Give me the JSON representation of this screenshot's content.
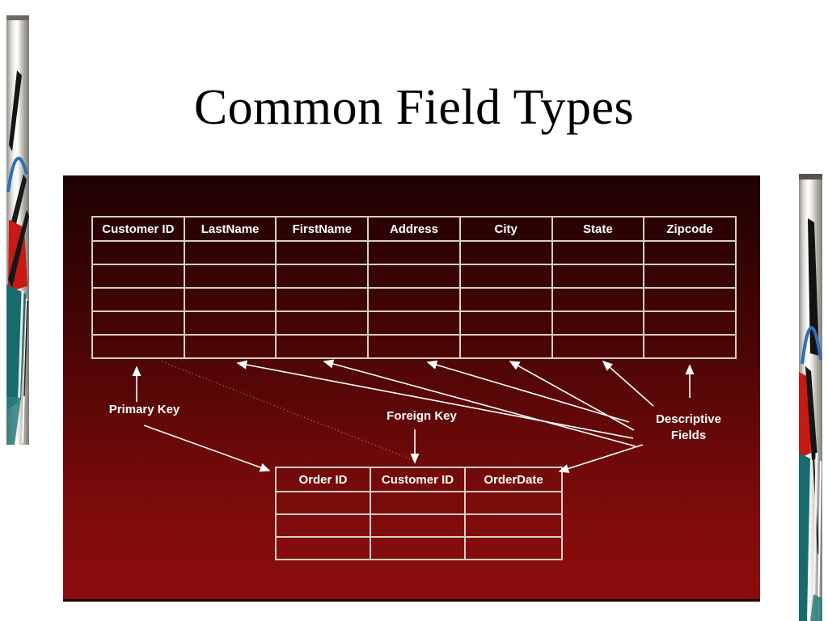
{
  "slide": {
    "title": "Common Field Types",
    "background_color": "#ffffff",
    "title_color": "#000000"
  },
  "panel": {
    "gradient_top_color": "#1f0202",
    "gradient_bottom_color": "#8b0d0d"
  },
  "tables": {
    "customers": {
      "columns": [
        "Customer ID",
        "LastName",
        "FirstName",
        "Address",
        "City",
        "State",
        "Zipcode"
      ],
      "empty_rows": 5
    },
    "orders": {
      "columns": [
        "Order ID",
        "Customer ID",
        "OrderDate"
      ],
      "empty_rows": 3
    }
  },
  "annotations": {
    "primary_key_label": "Primary Key",
    "foreign_key_label": "Foreign Key",
    "descriptive_fields_line1": "Descriptive",
    "descriptive_fields_line2": "Fields"
  },
  "colors": {
    "arrow_color": "#ffffff",
    "dotted_link_color": "#e8a090",
    "table_border_color": "#d6cfc3",
    "table_header_text_color": "#ffffff",
    "strip_red": "#c81a14",
    "strip_blue": "#2f6fb5",
    "strip_teal": "#176b6d"
  }
}
